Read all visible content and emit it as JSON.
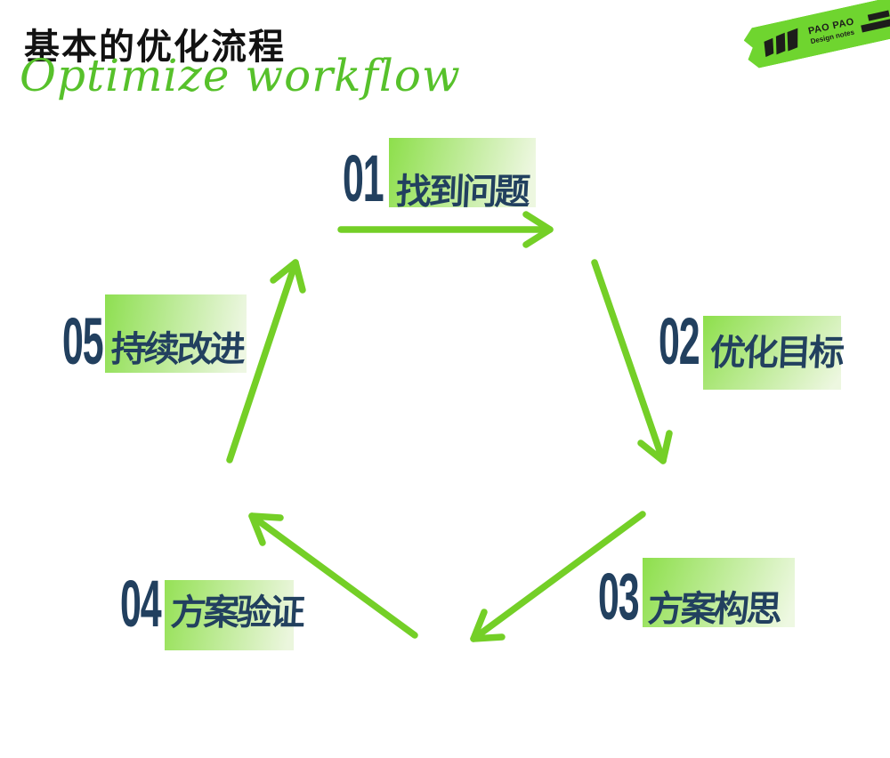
{
  "header": {
    "title": "基本的优化流程",
    "subtitle": "Optimize workflow"
  },
  "badge": {
    "brand": "PAO PAO",
    "brand_sub": "Design notes",
    "icon": "paopao-mark-icon"
  },
  "steps": [
    {
      "number": "01",
      "label": "找到问题"
    },
    {
      "number": "02",
      "label": "优化目标"
    },
    {
      "number": "03",
      "label": "方案构思"
    },
    {
      "number": "04",
      "label": "方案验证"
    },
    {
      "number": "05",
      "label": "持续改进"
    }
  ],
  "flow": {
    "type": "cycle",
    "sequence": [
      "01 → 02",
      "02 → 03",
      "03 → 04",
      "04 → 05",
      "05 → 01"
    ]
  },
  "colors": {
    "accent_green": "#74cf27",
    "highlight_green": "#8ddf4b",
    "highlight_fade": "#edf7e0",
    "tape_green": "#6fd52f",
    "script_green": "#57c12b",
    "navy_text": "#22405f",
    "title_black": "#121212",
    "tape_ink": "#1d1d1b"
  }
}
